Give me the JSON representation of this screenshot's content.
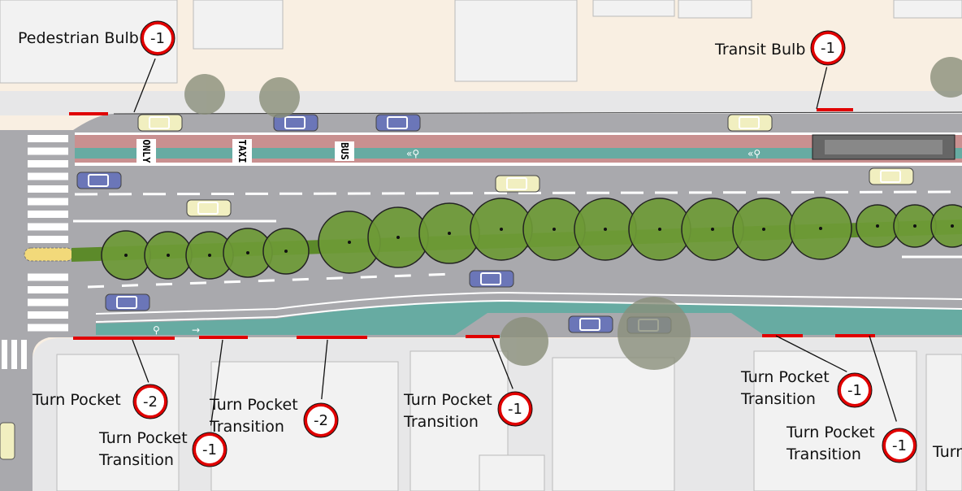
{
  "colors": {
    "road": "#a9a9ad",
    "sidewalk": "#e7e7e8",
    "building": "#f2f2f2",
    "ground": "#f9efe2",
    "bus_lane": "#c99090",
    "bike_lane": "#67aba2",
    "tree": "#6e9a36",
    "callout_red": "#e00000"
  },
  "road_markings": {
    "only": "ONLY",
    "taxi": "TAXI",
    "bus": "BUS"
  },
  "callouts": [
    {
      "label_lines": [
        "Pedestrian Bulb"
      ],
      "value": "-1"
    },
    {
      "label_lines": [
        "Transit Bulb"
      ],
      "value": "-1"
    },
    {
      "label_lines": [
        "Turn Pocket"
      ],
      "value": "-2"
    },
    {
      "label_lines": [
        "Turn Pocket",
        "Transition"
      ],
      "value": "-1"
    },
    {
      "label_lines": [
        "Turn Pocket",
        "Transition"
      ],
      "value": "-2"
    },
    {
      "label_lines": [
        "Turn Pocket",
        "Transition"
      ],
      "value": "-1"
    },
    {
      "label_lines": [
        "Turn Pocket",
        "Transition"
      ],
      "value": "-1"
    },
    {
      "label_lines": [
        "Turn Pocket",
        "Transition"
      ],
      "value": "-1"
    },
    {
      "label_lines": [
        "Turn"
      ]
    }
  ]
}
